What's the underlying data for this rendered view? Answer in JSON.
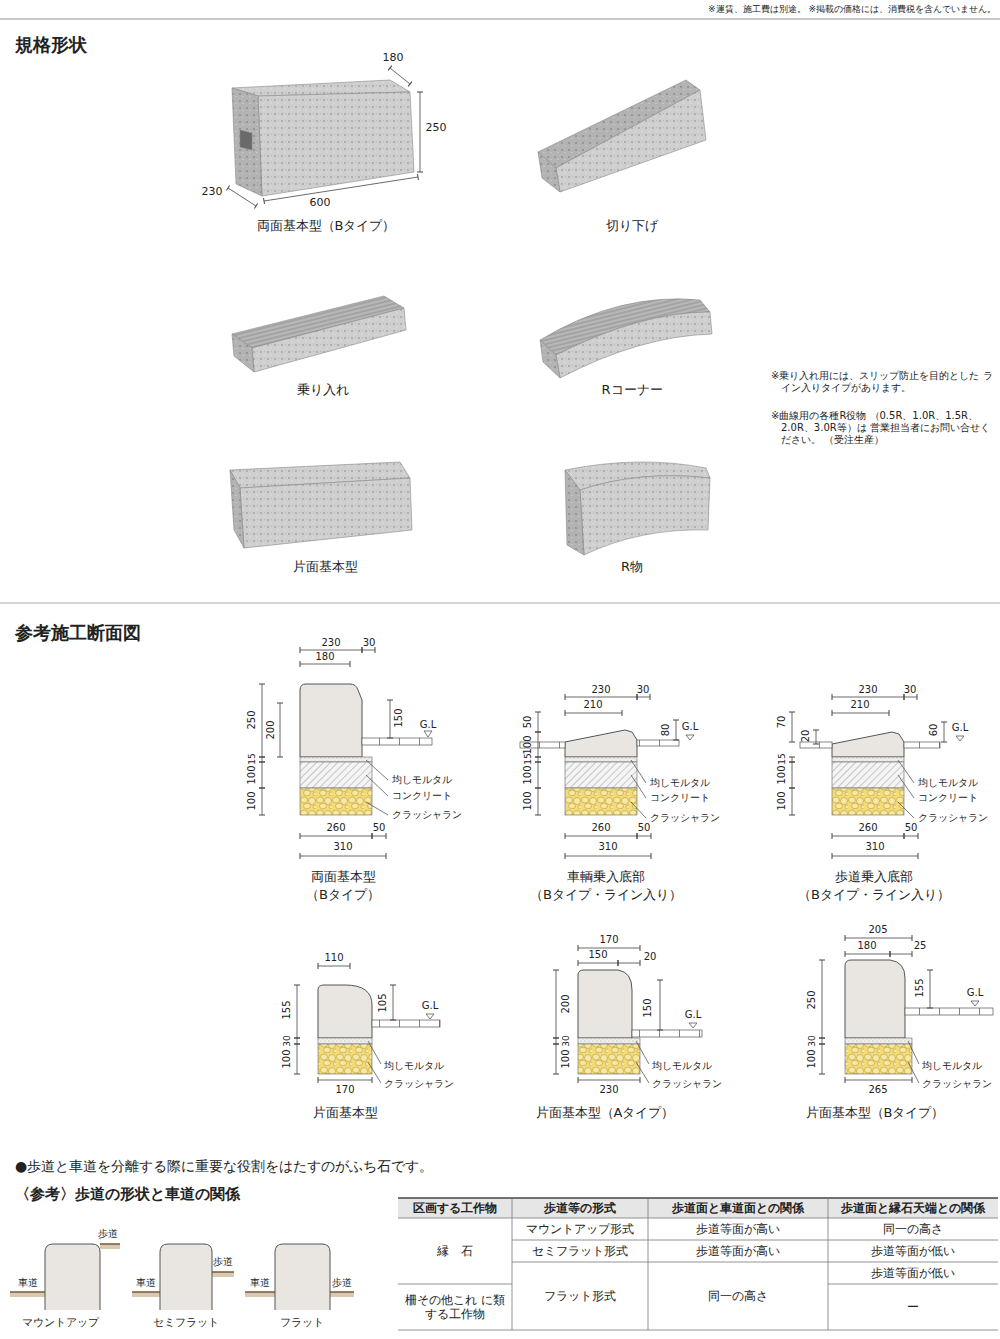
{
  "diagram": {
    "title": "規格形状",
    "labels": [
      "※運賃、施工費は別途。 ※掲載の価格には、消費税を含んでいません。",
      "180",
      "250",
      "230",
      "600",
      "両面基本型（Bタイプ）",
      "切り下げ",
      "乗り入れ",
      "Rコーナー",
      "片面基本型",
      "R物",
      "※乗り入れ用には、スリップ防止を目的とした ライン入りタイプがあります。",
      "※曲線用の各種R役物 （0.5R、1.0R、1.5R、2.0R、3.0R等）は 営業担当者にお問い合せください。 （受注生産）",
      "参考施工断面図",
      "230",
      "30",
      "180",
      "250",
      "200",
      "150",
      "G.L",
      "15",
      "100",
      "100",
      "均しモルタル",
      "コンクリート",
      "クラッシャラン",
      "260",
      "50",
      "310",
      "両面基本型",
      "（Bタイプ）",
      "230",
      "30",
      "210",
      "50",
      "80",
      "G.L",
      "100",
      "15",
      "100",
      "100",
      "均しモルタル",
      "コンクリート",
      "クラッシャラン",
      "260",
      "50",
      "310",
      "車輌乗入底部",
      "（Bタイプ・ライン入り）",
      "230",
      "30",
      "210",
      "70",
      "20",
      "60",
      "G.L",
      "15",
      "100",
      "100",
      "均しモルタル",
      "コンクリート",
      "クラッシャラン",
      "260",
      "50",
      "310",
      "歩道乗入底部",
      "（Bタイプ・ライン入り）",
      "110",
      "155",
      "105",
      "G.L",
      "30",
      "100",
      "均しモルタル",
      "クラッシャラン",
      "170",
      "片面基本型",
      "170",
      "150",
      "20",
      "200",
      "150",
      "G.L",
      "30",
      "100",
      "均しモルタル",
      "クラッシャラン",
      "230",
      "片面基本型（Aタイプ）",
      "205",
      "180",
      "25",
      "250",
      "155",
      "G.L",
      "30",
      "100",
      "均しモルタル",
      "クラッシャラン",
      "265",
      "片面基本型（Bタイプ）",
      "●歩道と車道を分離する際に重要な役割をはたすのがふち石です。",
      "〈参考〉歩道の形状と車道の関係",
      "歩道",
      "車道",
      "マウントアップ",
      "車道",
      "歩道",
      "セミフラット",
      "車道",
      "歩道",
      "フラット",
      "区画する工作物",
      "歩道等の形式",
      "歩道面と車道面との関係",
      "歩道面と縁石天端との関係",
      "マウントアップ形式",
      "歩道等面が高い",
      "同一の高さ",
      "縁　石",
      "セミフラット形式",
      "歩道等面が高い",
      "歩道等面が低い",
      "歩道等面が低い",
      "柵その他これ に類する工作物",
      "フラット形式",
      "同一の高さ",
      "ー"
    ]
  }
}
